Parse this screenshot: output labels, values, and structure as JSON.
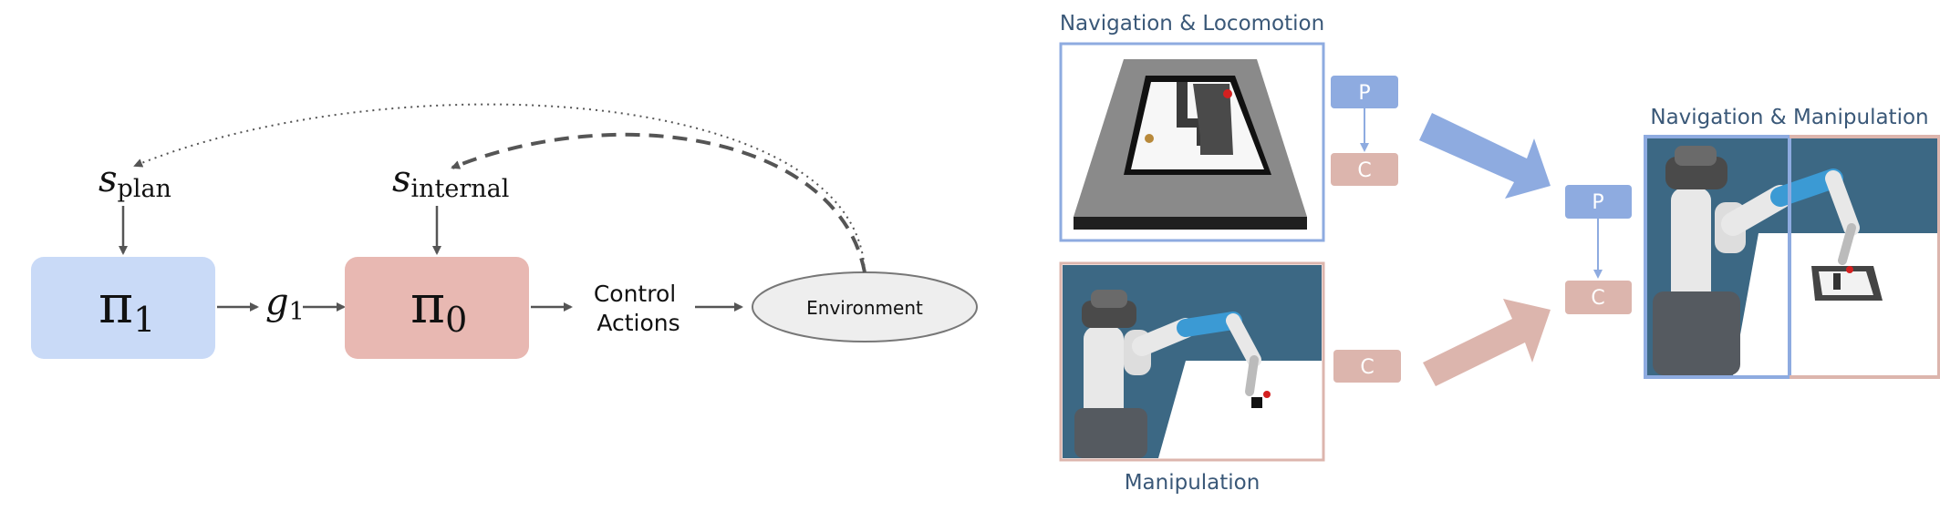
{
  "left_diagram": {
    "pi1": {
      "symbol": "π",
      "subscript": "1"
    },
    "pi0": {
      "symbol": "π",
      "subscript": "0"
    },
    "g1": {
      "symbol": "g",
      "subscript": "1"
    },
    "s_plan": {
      "symbol": "s",
      "subscript": "plan"
    },
    "s_internal": {
      "symbol": "s",
      "subscript": "internal"
    },
    "control_actions": {
      "line1": "Control",
      "line2": "Actions"
    },
    "environment": "Environment"
  },
  "right_diagram": {
    "nav_loco": {
      "title": "Navigation & Locomotion",
      "p_label": "P",
      "c_label": "C"
    },
    "manipulation": {
      "title": "Manipulation",
      "c_label": "C"
    },
    "nav_manip": {
      "title": "Navigation & Manipulation",
      "p_label": "P",
      "c_label": "C"
    }
  },
  "colors": {
    "pi1_fill": "#c9daf7",
    "pi0_fill": "#e8b8b2",
    "planner_blue": "#8eabe0",
    "controller_pink": "#dcb5ad",
    "arrow_gray": "#555555",
    "env_fill": "#eeeeee",
    "scene_bg": "#3c6884"
  }
}
